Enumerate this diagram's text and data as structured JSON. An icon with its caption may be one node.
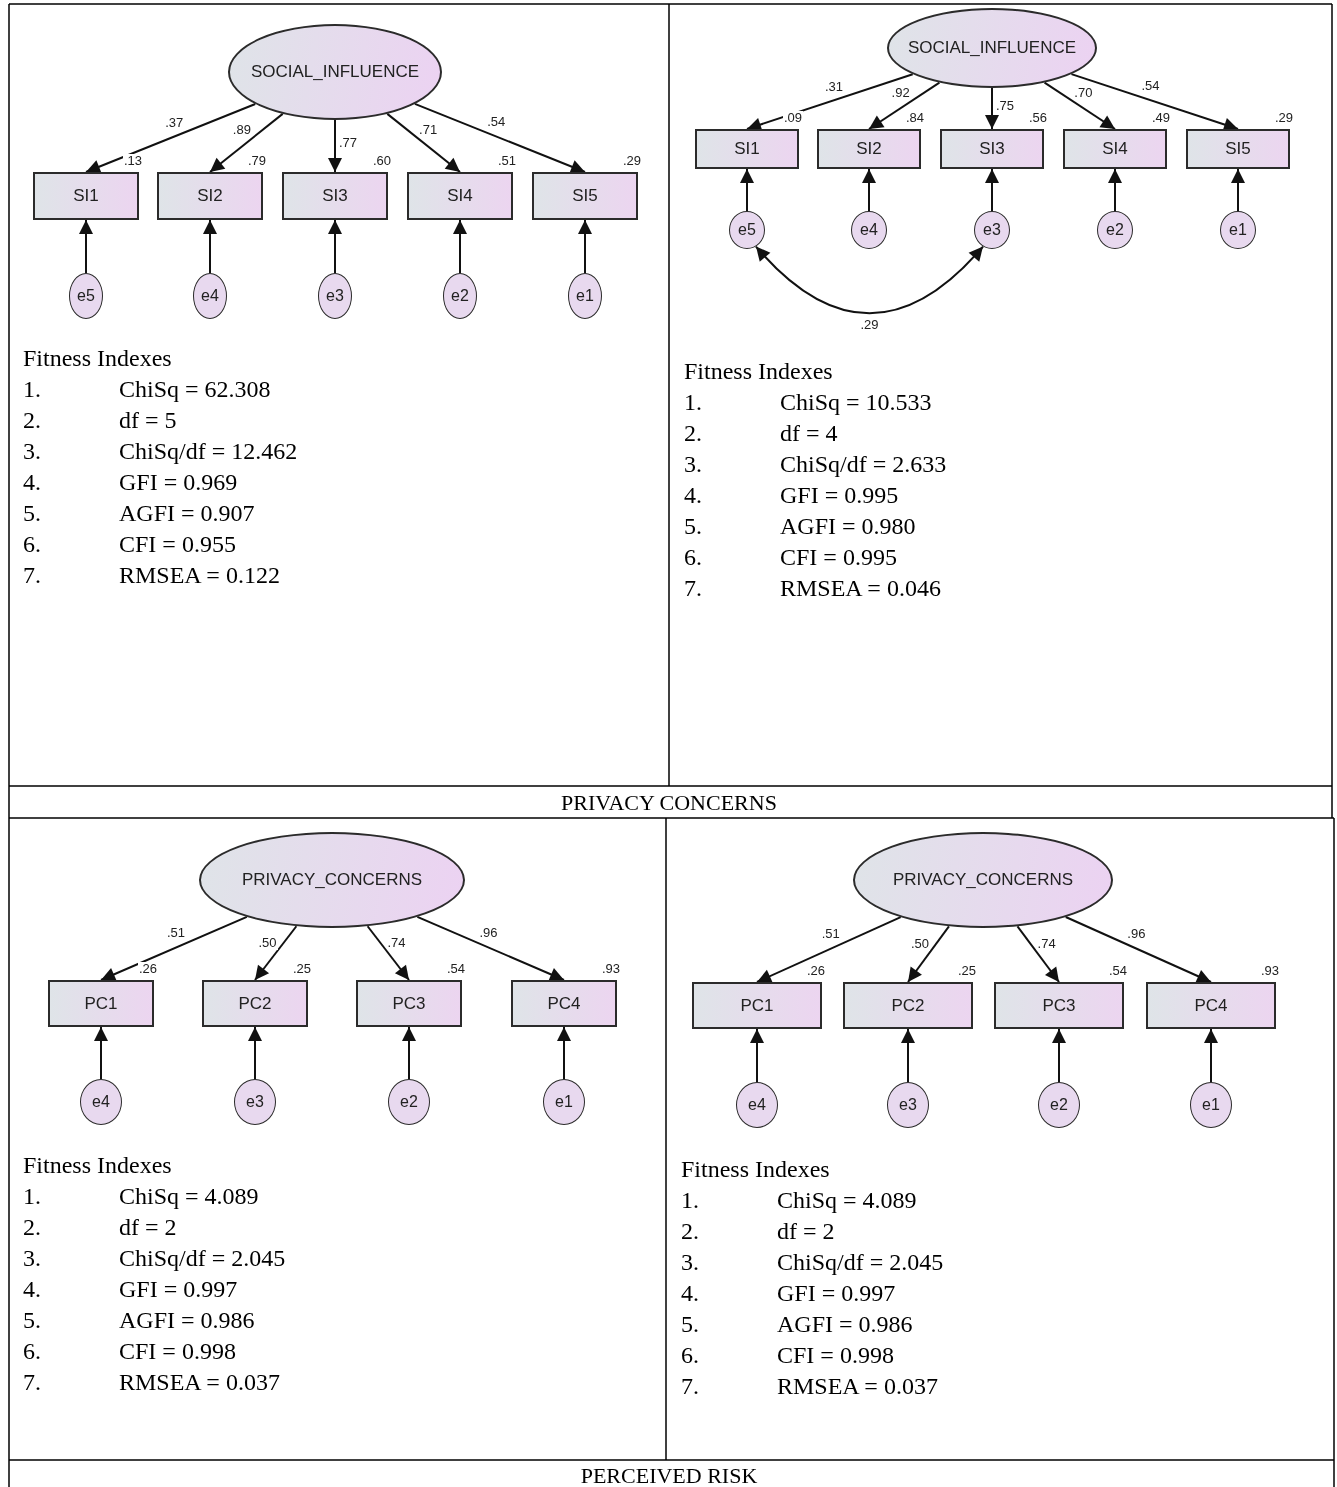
{
  "diagram": {
    "nodes": [
      {
        "text": [
          "SOCIAL_INFLUENCE"
        ]
      },
      {
        "text": [
          "SI1"
        ],
        "beside": [
          ".13"
        ]
      },
      {
        "text": [
          "SI2"
        ],
        "beside": [
          ".79"
        ]
      },
      {
        "text": [
          "SI3"
        ],
        "beside": [
          ".60"
        ]
      },
      {
        "text": [
          "SI4"
        ],
        "beside": [
          ".51"
        ]
      },
      {
        "text": [
          "SI5"
        ],
        "beside": [
          ".29"
        ]
      },
      {
        "text": [
          "e5"
        ]
      },
      {
        "text": [
          "e4"
        ]
      },
      {
        "text": [
          "e3"
        ]
      },
      {
        "text": [
          "e2"
        ]
      },
      {
        "text": [
          "e1"
        ]
      },
      {
        "text": [
          "SOCIAL_INFLUENCE"
        ]
      },
      {
        "text": [
          "SI1"
        ],
        "beside": [
          ".09"
        ]
      },
      {
        "text": [
          "SI2"
        ],
        "beside": [
          ".84"
        ]
      },
      {
        "text": [
          "SI3"
        ],
        "beside": [
          ".56"
        ]
      },
      {
        "text": [
          "SI4"
        ],
        "beside": [
          ".49"
        ]
      },
      {
        "text": [
          "SI5"
        ],
        "beside": [
          ".29"
        ]
      },
      {
        "text": [
          "e5"
        ]
      },
      {
        "text": [
          "e4"
        ]
      },
      {
        "text": [
          "e3"
        ]
      },
      {
        "text": [
          "e2"
        ]
      },
      {
        "text": [
          "e1"
        ]
      },
      {
        "text": [
          "PRIVACY_CONCERNS"
        ]
      },
      {
        "text": [
          "PC1"
        ],
        "beside": [
          ".26"
        ]
      },
      {
        "text": [
          "PC2"
        ],
        "beside": [
          ".25"
        ]
      },
      {
        "text": [
          "PC3"
        ],
        "beside": [
          ".54"
        ]
      },
      {
        "text": [
          "PC4"
        ],
        "beside": [
          ".93"
        ]
      },
      {
        "text": [
          "e4"
        ]
      },
      {
        "text": [
          "e3"
        ]
      },
      {
        "text": [
          "e2"
        ]
      },
      {
        "text": [
          "e1"
        ]
      },
      {
        "text": [
          "PRIVACY_CONCERNS"
        ]
      },
      {
        "text": [
          "PC1"
        ],
        "beside": [
          ".26"
        ]
      },
      {
        "text": [
          "PC2"
        ],
        "beside": [
          ".25"
        ]
      },
      {
        "text": [
          "PC3"
        ],
        "beside": [
          ".54"
        ]
      },
      {
        "text": [
          "PC4"
        ],
        "beside": [
          ".93"
        ]
      },
      {
        "text": [
          "e4"
        ]
      },
      {
        "text": [
          "e3"
        ]
      },
      {
        "text": [
          "e2"
        ]
      },
      {
        "text": [
          "e1"
        ]
      }
    ],
    "edges": [
      {
        "from": 0,
        "to": 1,
        "arrow": "to",
        "label": ".37"
      },
      {
        "from": 0,
        "to": 2,
        "arrow": "to",
        "label": ".89"
      },
      {
        "from": 0,
        "to": 3,
        "arrow": "to",
        "label": ".77"
      },
      {
        "from": 0,
        "to": 4,
        "arrow": "to",
        "label": ".71"
      },
      {
        "from": 0,
        "to": 5,
        "arrow": "to",
        "label": ".54"
      },
      {
        "from": 6,
        "to": 1,
        "arrow": "to"
      },
      {
        "from": 7,
        "to": 2,
        "arrow": "to"
      },
      {
        "from": 8,
        "to": 3,
        "arrow": "to"
      },
      {
        "from": 9,
        "to": 4,
        "arrow": "to"
      },
      {
        "from": 10,
        "to": 5,
        "arrow": "to"
      },
      {
        "from": 11,
        "to": 12,
        "arrow": "to",
        "label": ".31"
      },
      {
        "from": 11,
        "to": 13,
        "arrow": "to",
        "label": ".92"
      },
      {
        "from": 11,
        "to": 14,
        "arrow": "to",
        "label": ".75"
      },
      {
        "from": 11,
        "to": 15,
        "arrow": "to",
        "label": ".70"
      },
      {
        "from": 11,
        "to": 16,
        "arrow": "to",
        "label": ".54"
      },
      {
        "from": 17,
        "to": 12,
        "arrow": "to"
      },
      {
        "from": 18,
        "to": 13,
        "arrow": "to"
      },
      {
        "from": 19,
        "to": 14,
        "arrow": "to"
      },
      {
        "from": 20,
        "to": 15,
        "arrow": "to"
      },
      {
        "from": 21,
        "to": 16,
        "arrow": "to"
      },
      {
        "from": 17,
        "to": 19,
        "arrow": "both",
        "label": ".29"
      },
      {
        "from": 22,
        "to": 23,
        "arrow": "to",
        "label": ".51"
      },
      {
        "from": 22,
        "to": 24,
        "arrow": "to",
        "label": ".50"
      },
      {
        "from": 22,
        "to": 25,
        "arrow": "to",
        "label": ".74"
      },
      {
        "from": 22,
        "to": 26,
        "arrow": "to",
        "label": ".96"
      },
      {
        "from": 27,
        "to": 23,
        "arrow": "to"
      },
      {
        "from": 28,
        "to": 24,
        "arrow": "to"
      },
      {
        "from": 29,
        "to": 25,
        "arrow": "to"
      },
      {
        "from": 30,
        "to": 26,
        "arrow": "to"
      },
      {
        "from": 31,
        "to": 32,
        "arrow": "to",
        "label": ".51"
      },
      {
        "from": 31,
        "to": 33,
        "arrow": "to",
        "label": ".50"
      },
      {
        "from": 31,
        "to": 34,
        "arrow": "to",
        "label": ".74"
      },
      {
        "from": 31,
        "to": 35,
        "arrow": "to",
        "label": ".96"
      },
      {
        "from": 36,
        "to": 32,
        "arrow": "to"
      },
      {
        "from": 37,
        "to": 33,
        "arrow": "to"
      },
      {
        "from": 38,
        "to": 34,
        "arrow": "to"
      },
      {
        "from": 39,
        "to": 35,
        "arrow": "to"
      }
    ],
    "labels": [
      "Fitness Indexes",
      "1.",
      "ChiSq = 62.308",
      "2.",
      "df = 5",
      "3.",
      "ChiSq/df = 12.462",
      "4.",
      "GFI = 0.969",
      "5.",
      "AGFI = 0.907",
      "6.",
      "CFI = 0.955",
      "7.",
      "RMSEA = 0.122",
      "Fitness Indexes",
      "1.",
      "ChiSq = 10.533",
      "2.",
      "df = 4",
      "3.",
      "ChiSq/df = 2.633",
      "4.",
      "GFI = 0.995",
      "5.",
      "AGFI = 0.980",
      "6.",
      "CFI = 0.995",
      "7.",
      "RMSEA = 0.046",
      "PRIVACY CONCERNS",
      "Fitness Indexes",
      "1.",
      "ChiSq = 4.089",
      "2.",
      "df = 2",
      "3.",
      "ChiSq/df = 2.045",
      "4.",
      "GFI = 0.997",
      "5.",
      "AGFI = 0.986",
      "6.",
      "CFI = 0.998",
      "7.",
      "RMSEA = 0.037",
      "Fitness Indexes",
      "1.",
      "ChiSq = 4.089",
      "2.",
      "df = 2",
      "3.",
      "ChiSq/df = 2.045",
      "4.",
      "GFI = 0.997",
      "5.",
      "AGFI = 0.986",
      "6.",
      "CFI = 0.998",
      "7.",
      "RMSEA = 0.037",
      "PERCEIVED RISK"
    ]
  }
}
